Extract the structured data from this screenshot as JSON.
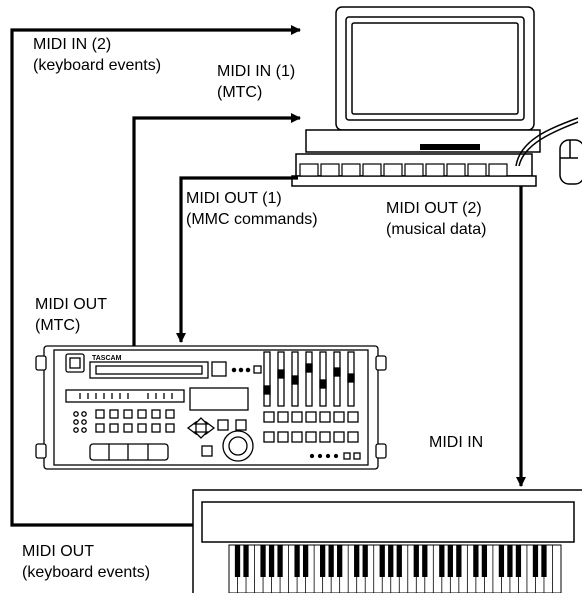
{
  "labels": {
    "computer_midi_in_2": [
      "MIDI IN (2)",
      "(keyboard events)"
    ],
    "computer_midi_in_1": [
      "MIDI IN (1)",
      "(MTC)"
    ],
    "computer_midi_out_1": [
      "MIDI OUT (1)",
      "(MMC commands)"
    ],
    "computer_midi_out_2": [
      "MIDI OUT (2)",
      "(musical data)"
    ],
    "recorder_midi_out": [
      "MIDI OUT",
      "(MTC)"
    ],
    "keyboard_midi_in": "MIDI IN",
    "keyboard_midi_out": [
      "MIDI OUT",
      "(keyboard events)"
    ]
  },
  "recorder_brand": "TASCAM"
}
